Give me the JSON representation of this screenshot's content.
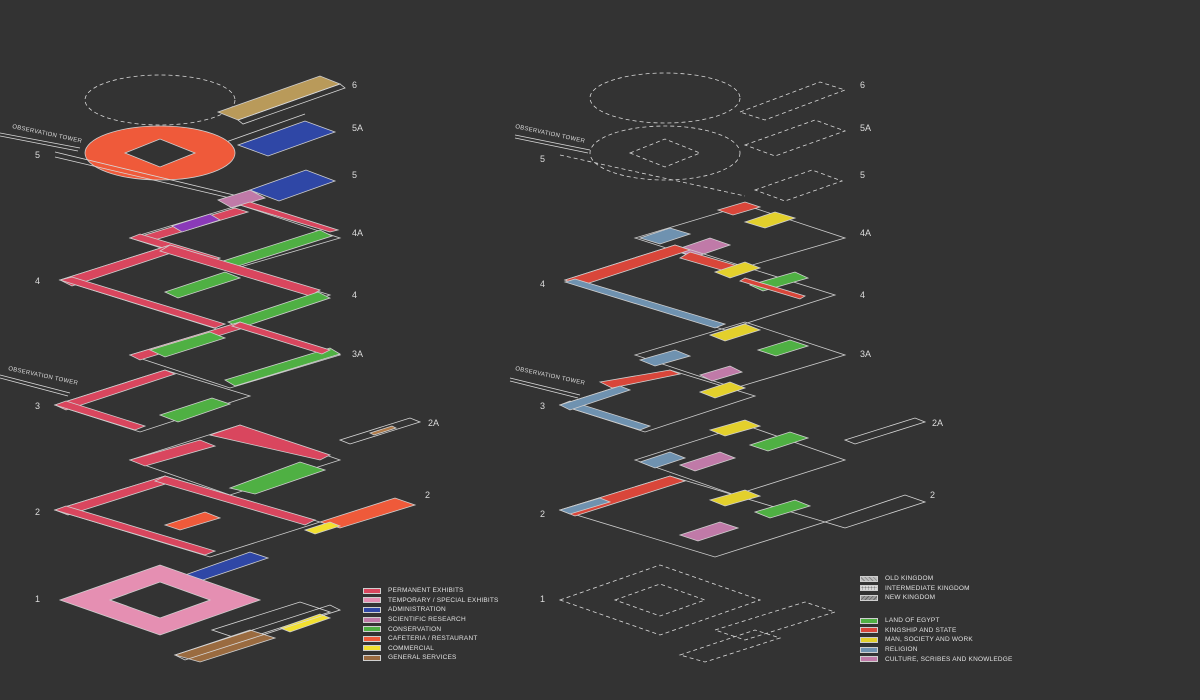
{
  "left": {
    "levels": [
      "6",
      "5A",
      "5",
      "5",
      "4A",
      "4",
      "4",
      "3A",
      "3",
      "2A",
      "2",
      "2",
      "1"
    ],
    "tower_labels": [
      "OBSERVATION TOWER",
      "OBSERVATION TOWER"
    ],
    "legend": [
      {
        "label": "PERMANENT EXHIBITS",
        "color": "#d9465e"
      },
      {
        "label": "TEMPORARY / SPECIAL EXHIBITS",
        "color": "#e58fb2"
      },
      {
        "label": "ADMINISTRATION",
        "color": "#2f47a6"
      },
      {
        "label": "SCIENTIFIC RESEARCH",
        "color": "#c07aa8"
      },
      {
        "label": "CONSERVATION",
        "color": "#4fb043"
      },
      {
        "label": "CAFETERIA / RESTAURANT",
        "color": "#ef5a3a"
      },
      {
        "label": "COMMERCIAL",
        "color": "#f2e030"
      },
      {
        "label": "GENERAL SERVICES",
        "color": "#9a6b40"
      }
    ]
  },
  "right": {
    "levels": [
      "6",
      "5A",
      "5",
      "5",
      "4A",
      "4",
      "4",
      "3A",
      "3",
      "2A",
      "2",
      "2",
      "1"
    ],
    "tower_labels": [
      "OBSERVATION TOWER",
      "OBSERVATION TOWER"
    ],
    "legend_periods": [
      {
        "label": "OLD KINGDOM",
        "color": "#bdbdbd"
      },
      {
        "label": "INTERMEDIATE KINGDOM",
        "color": "#d9d9d9"
      },
      {
        "label": "NEW KINGDOM",
        "color": "#9a9a9a"
      }
    ],
    "legend_themes": [
      {
        "label": "LAND OF EGYPT",
        "color": "#4fb043"
      },
      {
        "label": "KINGSHIP AND STATE",
        "color": "#d9463a"
      },
      {
        "label": "MAN, SOCIETY AND WORK",
        "color": "#e3d02c"
      },
      {
        "label": "RELIGION",
        "color": "#6f92b0"
      },
      {
        "label": "CULTURE, SCRIBES AND KNOWLEDGE",
        "color": "#c07aa8"
      }
    ]
  }
}
